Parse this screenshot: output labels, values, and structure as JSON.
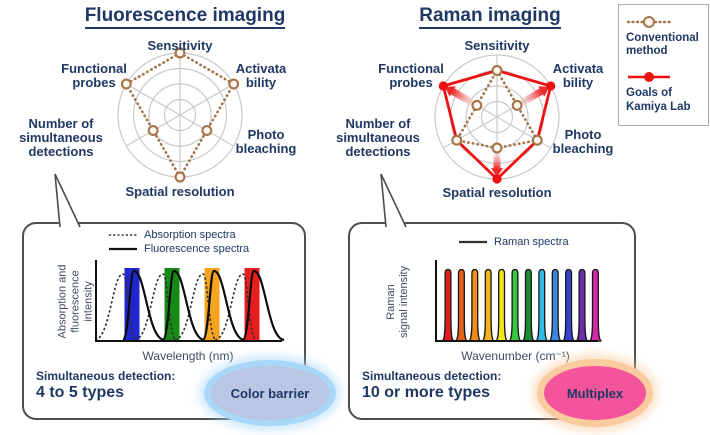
{
  "header": {
    "left_title": "Fluorescence imaging",
    "right_title": "Raman imaging"
  },
  "legend": {
    "items": [
      {
        "icon": "dotted-line-open-circle",
        "label": "Conventional\nmethod"
      },
      {
        "icon": "red-line-filled-circle",
        "label": "Goals of\nKamiya Lab"
      }
    ]
  },
  "colors": {
    "navy_text": "#1f3864",
    "conventional_line": "#a5754a",
    "goal_line": "#ee1111",
    "radar_grid": "#c9c9c9",
    "color_barrier_fill": "#b9c7e5",
    "color_barrier_glow": "#a9d7f7",
    "multiplex_fill": "#f4549b",
    "multiplex_glow": "#f9cb9e"
  },
  "chart_data": [
    {
      "type": "radar",
      "id": "fluorescence",
      "title": "Fluorescence imaging",
      "axes": [
        "Sensitivity",
        "Activata\nbility",
        "Photo\nbleaching",
        "Spatial resolution",
        "Number of\nsimultaneous\ndetections",
        "Functional\nprobes"
      ],
      "max": 4,
      "rings": 4,
      "series": [
        {
          "name": "Conventional method",
          "style": "dotted",
          "values": [
            4,
            4,
            2,
            4,
            2,
            4
          ]
        }
      ]
    },
    {
      "type": "radar",
      "id": "raman",
      "title": "Raman imaging",
      "axes": [
        "Sensitivity",
        "Activata\nbility",
        "Photo\nbleaching",
        "Spatial resolution",
        "Number of\nsimultaneous\ndetections",
        "Functional\nprobes"
      ],
      "max": 4,
      "rings": 4,
      "series": [
        {
          "name": "Conventional method",
          "style": "dotted",
          "values": [
            3,
            1.5,
            3,
            2,
            3,
            1.5
          ]
        },
        {
          "name": "Goals of Kamiya Lab",
          "style": "solid-red",
          "values": [
            3,
            4,
            3,
            4,
            3,
            4
          ]
        }
      ],
      "improvement_arrows": [
        1,
        3,
        5
      ]
    },
    {
      "type": "spectra",
      "id": "fluorescence-spectra",
      "legend": [
        {
          "name": "Absorption spectra",
          "style": "dotted"
        },
        {
          "name": "Fluorescence spectra",
          "style": "solid"
        }
      ],
      "ylabel": "Absorption and\nfluorescence\nintensity",
      "xlabel": "Wavelength (nm)",
      "n_dyes": 4,
      "band_colors": [
        "#1f27cf",
        "#168a16",
        "#f6a41f",
        "#e81d1d"
      ]
    },
    {
      "type": "peaks",
      "id": "raman-spectra",
      "legend": [
        {
          "name": "Raman spectra",
          "style": "solid"
        }
      ],
      "ylabel": "Raman\nsignal intensity",
      "xlabel": "Wavenumber (cm⁻¹)",
      "peak_colors": [
        "#df1f1f",
        "#e2611c",
        "#ef8c1a",
        "#f2b31c",
        "#f2e51c",
        "#35c93f",
        "#1d8c35",
        "#30bbe8",
        "#3b86e0",
        "#3542cf",
        "#6c2fa8",
        "#d429a8"
      ]
    }
  ],
  "left_box": {
    "caption_line1": "Simultaneous detection:",
    "caption_line2": "4 to 5 types",
    "badge": "Color barrier"
  },
  "right_box": {
    "caption_line1": "Simultaneous detection:",
    "caption_line2": "10 or more types",
    "badge": "Multiplex"
  }
}
